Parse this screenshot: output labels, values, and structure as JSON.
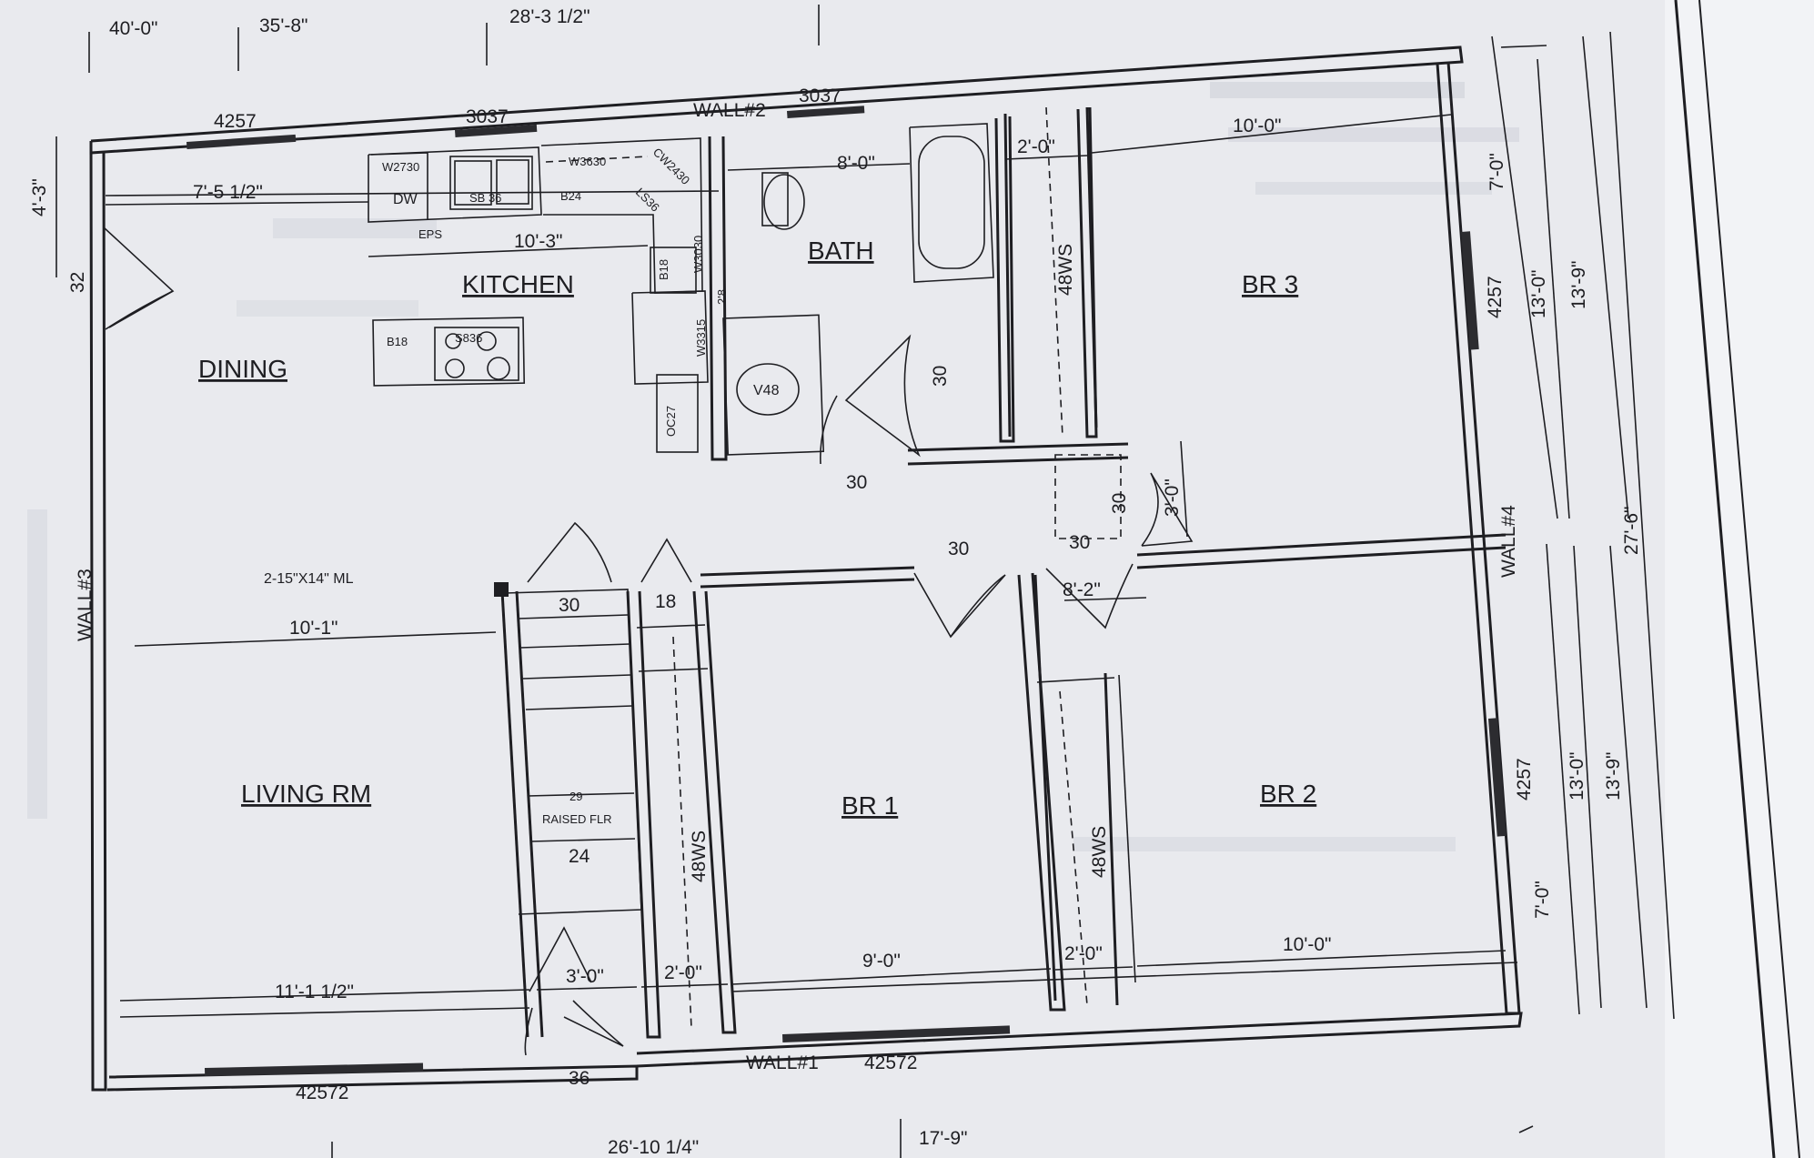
{
  "rooms": {
    "kitchen": "KITCHEN",
    "dining": "DINING",
    "living": "LIVING RM",
    "bath": "BATH",
    "br1": "BR 1",
    "br2": "BR 2",
    "br3": "BR 3"
  },
  "walls": {
    "w1": "WALL#1",
    "w2": "WALL#2",
    "w3": "WALL#3",
    "w4": "WALL#4"
  },
  "top_dims": {
    "d1": "40'-0\"",
    "d2": "35'-8\"",
    "d3": "28'-3 1/2\""
  },
  "bottom_dims": {
    "d1": "26'-10 1/4\"",
    "d2": "17'-9\""
  },
  "right_dims": {
    "d1": "7'-0\"",
    "d2": "13'-0\"",
    "d3": "13'-9\"",
    "d4": "27'-6\"",
    "d5": "7'-0\"",
    "d6": "13'-0\"",
    "d7": "13'-9\""
  },
  "interior_dims": {
    "dining_top": "7'-5 1/2\"",
    "kitchen_run": "10'-3\"",
    "left_height": "4'-3\"",
    "bath_width": "8'-0\"",
    "closet_top": "2'-0\"",
    "br3_width": "10'-0\"",
    "living_width": "10'-1\"",
    "living_bottom": "11'-1 1/2\"",
    "stair_bottom": "3'-0\"",
    "closet_bottom1": "2'-0\"",
    "br1_width": "9'-0\"",
    "closet_bottom2": "2'-0\"",
    "br2_width": "10'-0\"",
    "hall": "8'-2\"",
    "hall_closet": "3'-0\""
  },
  "windows": {
    "w_left_top": "4257",
    "w_kitchen": "3037",
    "w_top2": "3037",
    "w_br3": "4257",
    "w_br2": "4257",
    "w_bottom_left": "42572",
    "w_bottom_right": "42572"
  },
  "fixtures": {
    "w2730": "W2730",
    "dw": "DW",
    "sb36": "SB 36",
    "w3630": "W3630",
    "b24": "B24",
    "cw2430": "CW2430",
    "ls36": "LS36",
    "eps": "EPS",
    "b18_wall": "B18",
    "w3030": "W3030",
    "b18_island": "B18",
    "s836": "S836",
    "w3315": "W3315",
    "d28": "2'8",
    "oc27": "OC27",
    "v48": "V48",
    "ws_a": "48WS",
    "ws_b": "48WS",
    "ws_c": "48WS",
    "raised": "RAISED FLR",
    "beam": "2-15\"X14\" ML"
  },
  "doors": {
    "d30_hall1": "30",
    "d30_bath": "30",
    "d30_hall2": "30",
    "d30_closet": "30",
    "d30_closet2": "30",
    "d30_stair": "30",
    "d18": "18",
    "d24": "24",
    "d36": "36",
    "d32": "32",
    "d29": "29"
  }
}
